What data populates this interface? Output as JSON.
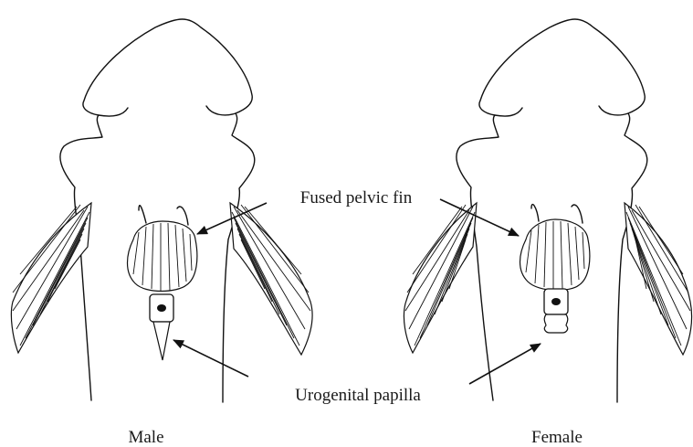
{
  "labels": {
    "fused_pelvic_fin": "Fused pelvic fin",
    "urogenital_papilla": "Urogenital papilla",
    "male": "Male",
    "female": "Female"
  }
}
